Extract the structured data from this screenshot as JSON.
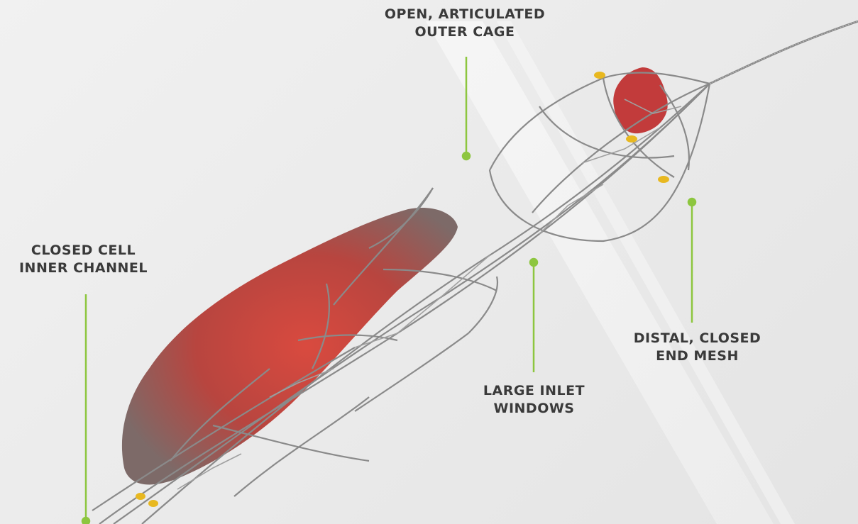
{
  "labels": {
    "outer_cage": {
      "line1": "OPEN, ARTICULATED",
      "line2": "OUTER CAGE"
    },
    "inner_channel": {
      "line1": "CLOSED CELL",
      "line2": "INNER CHANNEL"
    },
    "distal_mesh": {
      "line1": "DISTAL, CLOSED",
      "line2": "END MESH"
    },
    "inlet_windows": {
      "line1": "LARGE INLET",
      "line2": "WINDOWS"
    }
  },
  "colors": {
    "leader": "#8dc63f",
    "label_text": "#3a3a3a",
    "wire": "#8a8a8a",
    "clot": "#c0392b",
    "marker": "#e8b820"
  }
}
